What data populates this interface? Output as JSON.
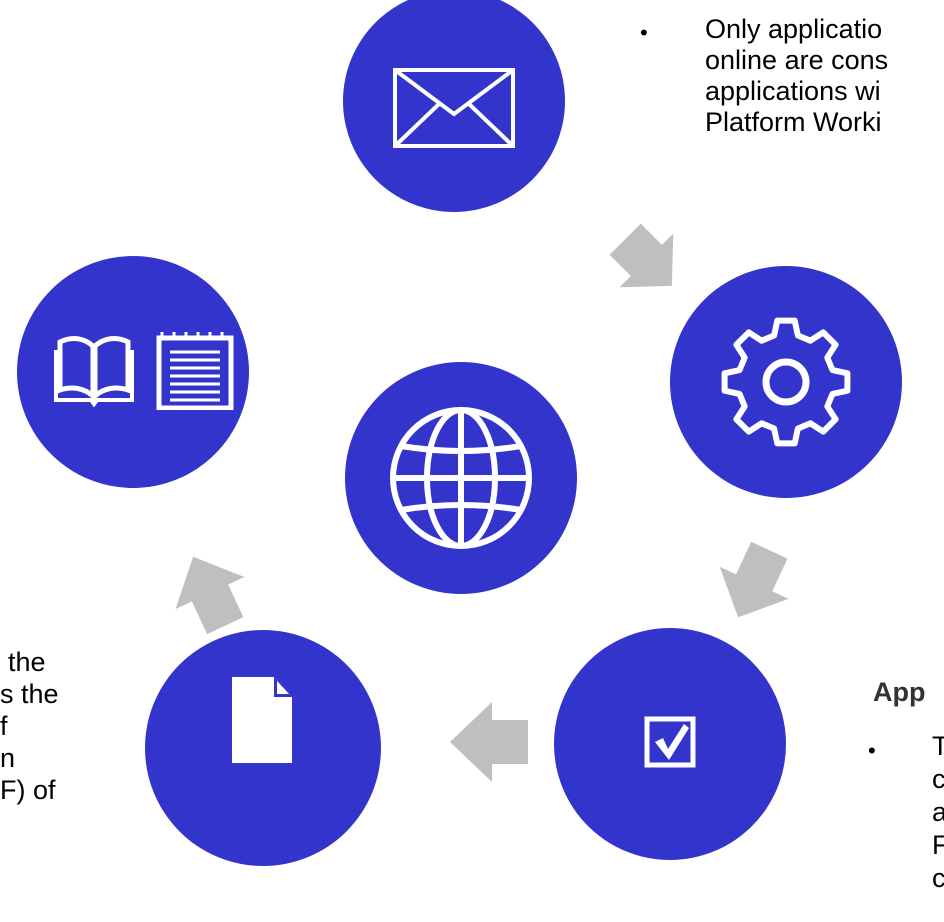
{
  "colors": {
    "circle_fill": "#3234CC",
    "arrow_fill": "#BFBFBF",
    "icon_stroke": "#FFFFFF"
  },
  "nodes": [
    {
      "name": "email",
      "icon": "envelope-icon"
    },
    {
      "name": "settings",
      "icon": "gear-icon"
    },
    {
      "name": "review",
      "icon": "checkbox-checked-icon"
    },
    {
      "name": "document",
      "icon": "document-icon"
    },
    {
      "name": "resources",
      "icon": "book-and-notepad-icon"
    },
    {
      "name": "online",
      "icon": "globe-icon"
    }
  ],
  "top_right_text": {
    "bullet": "•",
    "lines": [
      "Only applicatio",
      "online are cons",
      "applications wi",
      "Platform Worki"
    ]
  },
  "bottom_left_text": {
    "lines": [
      "the",
      "s the",
      "f",
      "n",
      "F) of"
    ]
  },
  "bottom_right_text": {
    "heading": "App",
    "bullet": "•",
    "lines": [
      "T",
      "c",
      "a",
      "F",
      "c"
    ]
  }
}
